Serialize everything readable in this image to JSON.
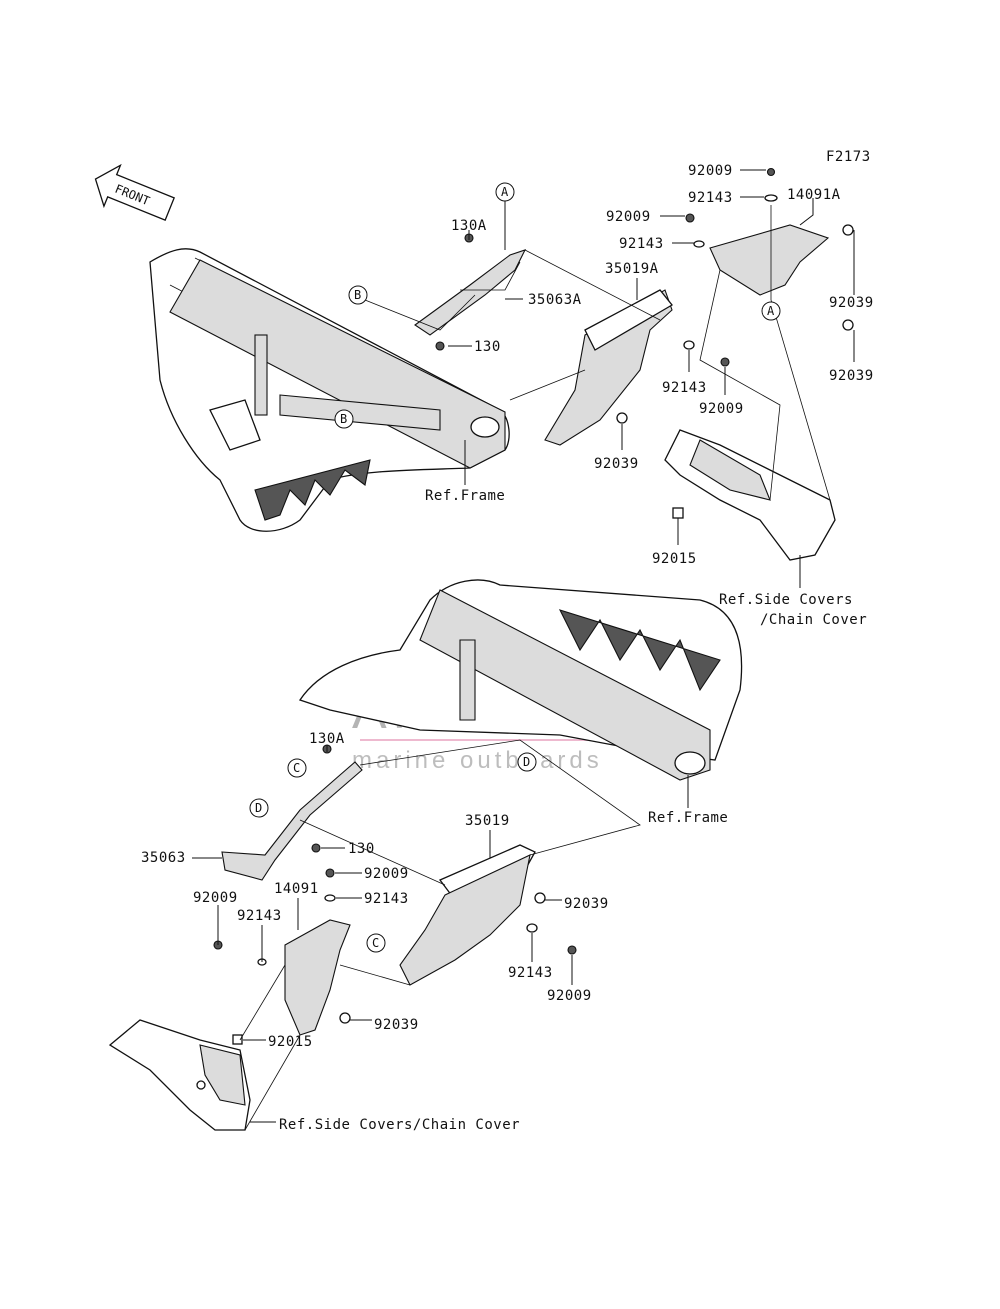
{
  "figure_code": "F2173",
  "front_label": "FRONT",
  "watermark": {
    "brand": "ARMADA",
    "tagline": "marine outboards",
    "accent_color": "#e48bb0"
  },
  "callouts": {
    "A": "A",
    "B": "B",
    "C": "C",
    "D": "D"
  },
  "labels": {
    "upper": {
      "p92009_top": "92009",
      "p92143_top": "92143",
      "p14091A": "14091A",
      "p92009_left": "92009",
      "p92143_left": "92143",
      "p130A": "130A",
      "p35019A": "35019A",
      "p35063A": "35063A",
      "p130": "130",
      "p92039_r1": "92039",
      "p92039_r2": "92039",
      "p92143_mid": "92143",
      "p92009_mid": "92009",
      "p92039_low": "92039",
      "p92015": "92015",
      "ref_frame": "Ref.Frame",
      "ref_side_1": "Ref.Side Covers",
      "ref_side_2": "/Chain Cover"
    },
    "lower": {
      "p130A": "130A",
      "p35063": "35063",
      "p130": "130",
      "p35019": "35019",
      "p92009_a": "92009",
      "p92143_a": "92143",
      "p14091": "14091",
      "p92009_b": "92009",
      "p92143_b": "92143",
      "p92039_a": "92039",
      "p92143_c": "92143",
      "p92009_c": "92009",
      "p92039_b": "92039",
      "p92015": "92015",
      "ref_frame": "Ref.Frame",
      "ref_side": "Ref.Side Covers/Chain Cover"
    }
  }
}
